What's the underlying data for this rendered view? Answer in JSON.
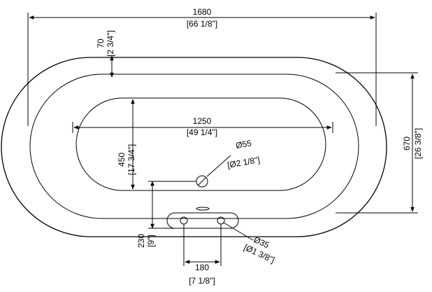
{
  "dimensions": {
    "overall_length_mm": "1680",
    "overall_length_in": "[66 1/8\"]",
    "rim_width_mm": "70",
    "rim_width_in": "[2 3/4\"]",
    "overall_width_mm": "670",
    "overall_width_in": "[26 3/8\"]",
    "basin_length_mm": "1250",
    "basin_length_in": "[49 1/4\"]",
    "basin_width_mm": "450",
    "basin_width_in": "[17 3/4\"]",
    "drain_dia_mm": "Ø55",
    "drain_dia_in": "[Ø2 1/8\"]",
    "faucet_offset_mm": "230",
    "faucet_offset_in": "[9\"]",
    "faucet_spacing_mm": "180",
    "faucet_spacing_in": "[7 1/8\"]",
    "faucet_hole_dia_mm": "Ø35",
    "faucet_hole_dia_in": "[Ø1 3/8\"]"
  }
}
